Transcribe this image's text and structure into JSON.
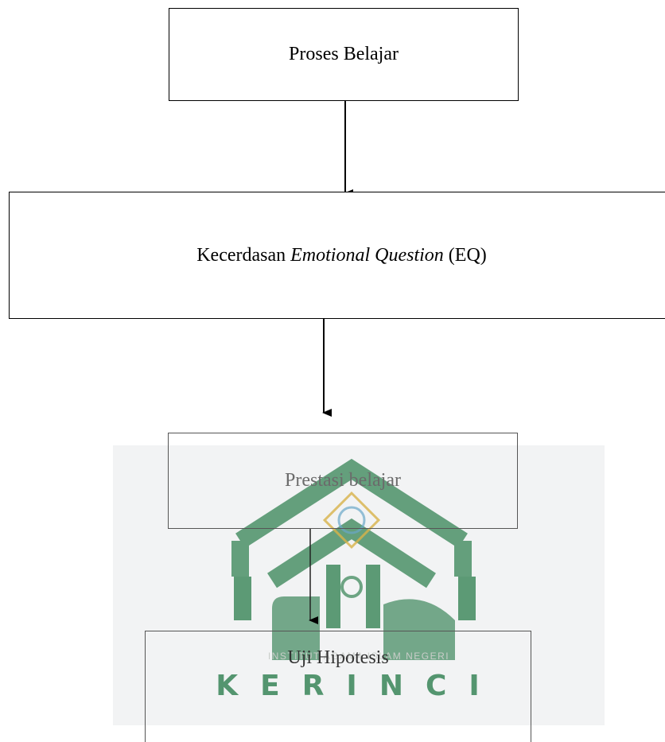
{
  "nodes": {
    "proses_belajar": "Proses Belajar",
    "kecerdasan_prefix": "Kecerdasan ",
    "kecerdasan_italic": "Emotional Question",
    "kecerdasan_suffix": " (EQ)",
    "prestasi_belajar": "Prestasi belajar",
    "uji_hipotesis": "Uji Hipotesis"
  },
  "watermark": {
    "line1": "INSTITUT AGAMA ISLAM NEGERI",
    "line2": "KERINCI",
    "green": "#4c9168"
  }
}
